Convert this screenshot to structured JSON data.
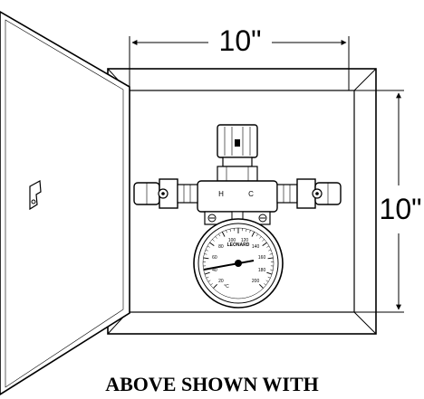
{
  "dimensions": {
    "width_label": "10\"",
    "height_label": "10\""
  },
  "valve": {
    "hot_label": "H",
    "cold_label": "C"
  },
  "gauge": {
    "brand": "LEONARD",
    "unit": "°C",
    "scale_labels": [
      "20",
      "40",
      "60",
      "80",
      "100",
      "120",
      "140",
      "160",
      "180",
      "200"
    ]
  },
  "caption": "ABOVE SHOWN WITH"
}
